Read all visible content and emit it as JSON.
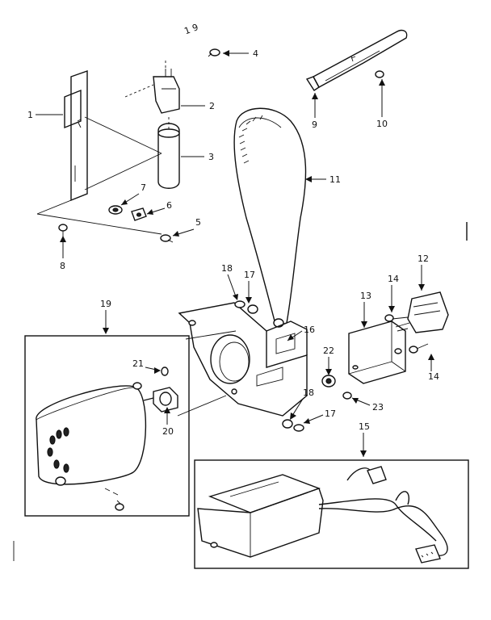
{
  "callouts": {
    "c1": "1",
    "c2": "2",
    "c3": "3",
    "c4": "4",
    "c5": "5",
    "c6": "6",
    "c7": "7",
    "c8": "8",
    "c9": "9",
    "c10": "10",
    "c11": "11",
    "c12": "12",
    "c13": "13",
    "c14a": "14",
    "c14b": "14",
    "c15": "15",
    "c16": "16",
    "c17a": "17",
    "c17b": "17",
    "c18a": "18",
    "c18b": "18",
    "c19": "19",
    "c20": "20",
    "c21": "21",
    "c22": "22",
    "c23": "23"
  },
  "marks": {
    "top_mark": "1 9"
  }
}
